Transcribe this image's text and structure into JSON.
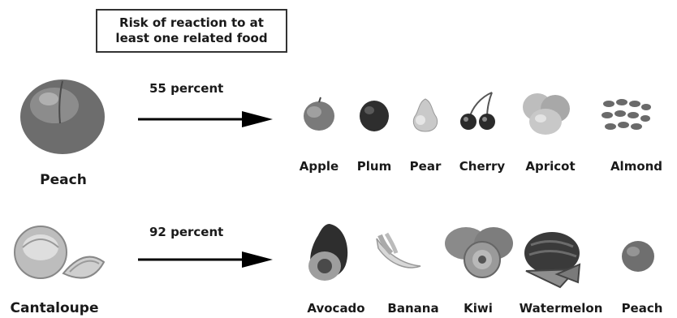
{
  "header": {
    "title_line1": "Risk of reaction to at",
    "title_line2": "least one related food"
  },
  "rows": [
    {
      "source": "Peach",
      "percent": "55 percent",
      "related": [
        "Apple",
        "Plum",
        "Pear",
        "Cherry",
        "Apricot",
        "Almond"
      ]
    },
    {
      "source": "Cantaloupe",
      "percent": "92 percent",
      "related": [
        "Avocado",
        "Banana",
        "Kiwi",
        "Watermelon",
        "Peach"
      ]
    }
  ]
}
